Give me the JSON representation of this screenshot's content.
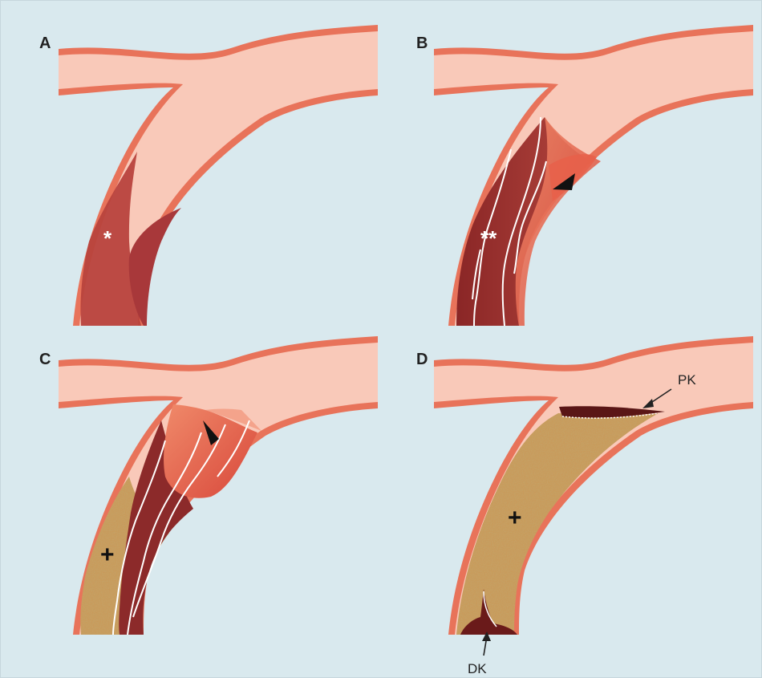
{
  "panels": [
    {
      "letter": "A",
      "marker": "*"
    },
    {
      "letter": "B",
      "marker": "**"
    },
    {
      "letter": "C",
      "marker": "+"
    },
    {
      "letter": "D",
      "marker": "+"
    }
  ],
  "callouts": {
    "proximal": "PK",
    "distal": "DK"
  },
  "colors": {
    "background": "#d9e9ee",
    "vessel_wall": "#e8735a",
    "lumen": "#f9c9b9",
    "thrombus_dark": "#8c2a2a",
    "thrombus_mid": "#b8433d",
    "thrombus_fresh": "#e8604a",
    "organized_clot": "#b98a4a",
    "cap": "#5a1616"
  }
}
